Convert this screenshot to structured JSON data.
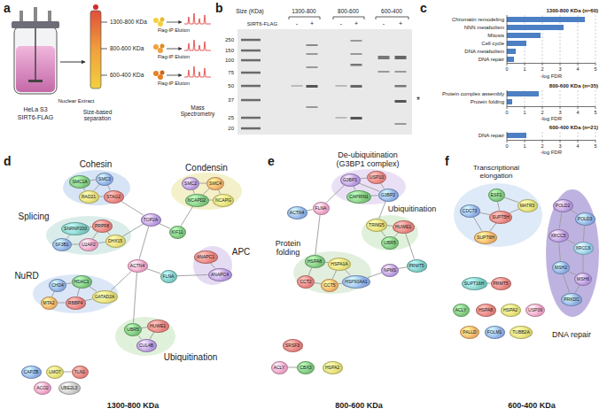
{
  "diagram": {
    "nodes": [
      {
        "text": [
          "SMC1A"
        ]
      },
      {
        "text": [
          "SMC3"
        ]
      },
      {
        "text": [
          "RAD21"
        ]
      },
      {
        "text": [
          "STAG2"
        ]
      },
      {
        "text": [
          "SMC2"
        ]
      },
      {
        "text": [
          "SMC4"
        ]
      },
      {
        "text": [
          "NCAPD2"
        ]
      },
      {
        "text": [
          "NCAPG"
        ]
      },
      {
        "text": [
          "SNRNP200"
        ]
      },
      {
        "text": [
          "PRPF8"
        ]
      },
      {
        "text": [
          "SF3B1"
        ]
      },
      {
        "text": [
          "U2AF2"
        ]
      },
      {
        "text": [
          "DHX15"
        ]
      },
      {
        "text": [
          "TOP2A"
        ]
      },
      {
        "text": [
          "KIF11"
        ]
      },
      {
        "text": [
          "ANAPC1"
        ]
      },
      {
        "text": [
          "ANAPC4"
        ]
      },
      {
        "text": [
          "CHD4"
        ]
      },
      {
        "text": [
          "HDAC1"
        ]
      },
      {
        "text": [
          "MTA2"
        ]
      },
      {
        "text": [
          "RBBP4"
        ]
      },
      {
        "text": [
          "GATAD2A"
        ]
      },
      {
        "text": [
          "ACTN4"
        ]
      },
      {
        "text": [
          "FLNA"
        ]
      },
      {
        "text": [
          "UBR5"
        ]
      },
      {
        "text": [
          "HUWE1"
        ]
      },
      {
        "text": [
          "CUL4B"
        ]
      },
      {
        "text": [
          "CAPZB"
        ]
      },
      {
        "text": [
          "LMO7"
        ]
      },
      {
        "text": [
          "TLN1"
        ]
      },
      {
        "text": [
          "ACO2"
        ]
      },
      {
        "text": [
          "UBE2L3"
        ]
      },
      {
        "text": [
          "G3BP1"
        ]
      },
      {
        "text": [
          "USP10"
        ]
      },
      {
        "text": [
          "CAPRIN1"
        ]
      },
      {
        "text": [
          "G3BP2"
        ]
      },
      {
        "text": [
          "TRIM25"
        ]
      },
      {
        "text": [
          "HUWE1"
        ]
      },
      {
        "text": [
          "UBR5"
        ]
      },
      {
        "text": [
          "ACTN4"
        ]
      },
      {
        "text": [
          "FLNA"
        ]
      },
      {
        "text": [
          "HSPA8"
        ]
      },
      {
        "text": [
          "HSPA1A"
        ]
      },
      {
        "text": [
          "CCT2"
        ]
      },
      {
        "text": [
          "CCT5"
        ]
      },
      {
        "text": [
          "HSP90AA1"
        ]
      },
      {
        "text": [
          "NPM1"
        ]
      },
      {
        "text": [
          "PRMT5"
        ]
      },
      {
        "text": [
          "SRSF3"
        ]
      },
      {
        "text": [
          "ACLY"
        ]
      },
      {
        "text": [
          "CBX3"
        ]
      },
      {
        "text": [
          "HSPA2"
        ]
      },
      {
        "text": [
          "ESF1"
        ]
      },
      {
        "text": [
          "CDC73"
        ]
      },
      {
        "text": [
          "SUPT5H"
        ]
      },
      {
        "text": [
          "MATR3"
        ]
      },
      {
        "text": [
          "SUPT6H"
        ]
      },
      {
        "text": [
          "POLD2"
        ]
      },
      {
        "text": [
          "POLD3"
        ]
      },
      {
        "text": [
          "XRCC5"
        ]
      },
      {
        "text": [
          "XRCC6"
        ]
      },
      {
        "text": [
          "MSH2"
        ]
      },
      {
        "text": [
          "MSH6"
        ]
      },
      {
        "text": [
          "PRKDC"
        ]
      },
      {
        "text": [
          "SUPT16H"
        ]
      },
      {
        "text": [
          "PRMT5"
        ]
      },
      {
        "text": [
          "ACLY"
        ]
      },
      {
        "text": [
          "HSPA8"
        ]
      },
      {
        "text": [
          "HSPA2"
        ]
      },
      {
        "text": [
          "USP39"
        ]
      },
      {
        "text": [
          "PALLD"
        ]
      },
      {
        "text": [
          "FOLM1"
        ]
      },
      {
        "text": [
          "TUBB2A"
        ]
      }
    ],
    "edges": [
      {
        "from": 0,
        "to": 1,
        "arrow": "none"
      },
      {
        "from": 0,
        "to": 2,
        "arrow": "none"
      },
      {
        "from": 1,
        "to": 3,
        "arrow": "none"
      },
      {
        "from": 2,
        "to": 3,
        "arrow": "none"
      },
      {
        "from": 1,
        "to": 2,
        "arrow": "none"
      },
      {
        "from": 4,
        "to": 5,
        "arrow": "none"
      },
      {
        "from": 4,
        "to": 6,
        "arrow": "none"
      },
      {
        "from": 5,
        "to": 7,
        "arrow": "none"
      },
      {
        "from": 6,
        "to": 7,
        "arrow": "none"
      },
      {
        "from": 5,
        "to": 6,
        "arrow": "none"
      },
      {
        "from": 8,
        "to": 9,
        "arrow": "none"
      },
      {
        "from": 8,
        "to": 10,
        "arrow": "none"
      },
      {
        "from": 9,
        "to": 11,
        "arrow": "none"
      },
      {
        "from": 10,
        "to": 11,
        "arrow": "none"
      },
      {
        "from": 9,
        "to": 12,
        "arrow": "none"
      },
      {
        "from": 11,
        "to": 12,
        "arrow": "none"
      },
      {
        "from": 13,
        "to": 14,
        "arrow": "none"
      },
      {
        "from": 13,
        "to": 3,
        "arrow": "none"
      },
      {
        "from": 14,
        "to": 6,
        "arrow": "none"
      },
      {
        "from": 13,
        "to": 12,
        "arrow": "none"
      },
      {
        "from": 15,
        "to": 16,
        "arrow": "none"
      },
      {
        "from": 17,
        "to": 18,
        "arrow": "none"
      },
      {
        "from": 17,
        "to": 19,
        "arrow": "none"
      },
      {
        "from": 18,
        "to": 20,
        "arrow": "none"
      },
      {
        "from": 19,
        "to": 20,
        "arrow": "none"
      },
      {
        "from": 18,
        "to": 21,
        "arrow": "none"
      },
      {
        "from": 20,
        "to": 21,
        "arrow": "none"
      },
      {
        "from": 22,
        "to": 23,
        "arrow": "none"
      },
      {
        "from": 22,
        "to": 21,
        "arrow": "none"
      },
      {
        "from": 23,
        "to": 16,
        "arrow": "none"
      },
      {
        "from": 22,
        "to": 13,
        "arrow": "none"
      },
      {
        "from": 24,
        "to": 25,
        "arrow": "none"
      },
      {
        "from": 24,
        "to": 26,
        "arrow": "none"
      },
      {
        "from": 25,
        "to": 26,
        "arrow": "none"
      },
      {
        "from": 22,
        "to": 24,
        "arrow": "none"
      },
      {
        "from": 28,
        "to": 29,
        "arrow": "none"
      },
      {
        "from": 32,
        "to": 33,
        "arrow": "none"
      },
      {
        "from": 32,
        "to": 34,
        "arrow": "none"
      },
      {
        "from": 33,
        "to": 35,
        "arrow": "none"
      },
      {
        "from": 34,
        "to": 35,
        "arrow": "none"
      },
      {
        "from": 32,
        "to": 35,
        "arrow": "none"
      },
      {
        "from": 36,
        "to": 37,
        "arrow": "none"
      },
      {
        "from": 36,
        "to": 38,
        "arrow": "none"
      },
      {
        "from": 37,
        "to": 38,
        "arrow": "none"
      },
      {
        "from": 35,
        "to": 36,
        "arrow": "none"
      },
      {
        "from": 39,
        "to": 40,
        "arrow": "none"
      },
      {
        "from": 40,
        "to": 32,
        "arrow": "none"
      },
      {
        "from": 40,
        "to": 41,
        "arrow": "none"
      },
      {
        "from": 41,
        "to": 42,
        "arrow": "none"
      },
      {
        "from": 41,
        "to": 43,
        "arrow": "none"
      },
      {
        "from": 42,
        "to": 44,
        "arrow": "none"
      },
      {
        "from": 43,
        "to": 44,
        "arrow": "none"
      },
      {
        "from": 42,
        "to": 45,
        "arrow": "none"
      },
      {
        "from": 44,
        "to": 45,
        "arrow": "none"
      },
      {
        "from": 45,
        "to": 46,
        "arrow": "none"
      },
      {
        "from": 46,
        "to": 47,
        "arrow": "none"
      },
      {
        "from": 47,
        "to": 37,
        "arrow": "none"
      },
      {
        "from": 49,
        "to": 50,
        "arrow": "none"
      },
      {
        "from": 52,
        "to": 54,
        "arrow": "none"
      },
      {
        "from": 53,
        "to": 54,
        "arrow": "none"
      },
      {
        "from": 54,
        "to": 55,
        "arrow": "none"
      },
      {
        "from": 54,
        "to": 56,
        "arrow": "none"
      },
      {
        "from": 53,
        "to": 56,
        "arrow": "none"
      },
      {
        "from": 52,
        "to": 55,
        "arrow": "none"
      },
      {
        "from": 57,
        "to": 58,
        "arrow": "none"
      },
      {
        "from": 57,
        "to": 59,
        "arrow": "none"
      },
      {
        "from": 59,
        "to": 60,
        "arrow": "none"
      },
      {
        "from": 58,
        "to": 60,
        "arrow": "none"
      },
      {
        "from": 59,
        "to": 61,
        "arrow": "none"
      },
      {
        "from": 60,
        "to": 62,
        "arrow": "none"
      },
      {
        "from": 61,
        "to": 62,
        "arrow": "none"
      },
      {
        "from": 61,
        "to": 63,
        "arrow": "none"
      },
      {
        "from": 62,
        "to": 63,
        "arrow": "none"
      },
      {
        "from": 64,
        "to": 65,
        "arrow": "none"
      }
    ],
    "labels": [
      "a",
      "HeLa S3",
      "SIRT6-FLAG",
      "Nuclear Extract",
      "Size-based separation",
      "1300-800 KDa",
      "800-600 KDa",
      "600-400 KDa",
      "Flag-IP Elution",
      "Flag-IP Elution",
      "Flag-IP Elution",
      "Mass Spectrometry",
      "b",
      "Size (KDa)",
      "1300-800",
      "800-600",
      "600-400",
      "SIRT6-FLAG",
      "-",
      "+",
      "-",
      "+",
      "-",
      "+",
      "250",
      "150",
      "100",
      "75",
      "50",
      "37",
      "25",
      "20",
      "*",
      "c",
      "1300-800 KDa (n=60)",
      "Chromatin remodeling",
      "NNN metabolism",
      "Mitosis",
      "Cell cycle",
      "DNA metabolism",
      "DNA repair",
      "0",
      "1",
      "2",
      "3",
      "4",
      "5",
      "-log FDR",
      "800-600 KDa (n=35)",
      "Protein complex assembly",
      "Protein folding",
      "0",
      "1",
      "2",
      "3",
      "4",
      "5",
      "-log FDR",
      "600-400 KDa (n=21)",
      "DNA repair",
      "0",
      "1",
      "2",
      "3",
      "4",
      "5",
      "-log FDR",
      "d",
      "Cohesin",
      "Condensin",
      "Splicing",
      "APC",
      "NuRD",
      "Ubiquitination",
      "1300-800 KDa",
      "e",
      "De-ubiquitination (G3BP1 complex)",
      "Ubiquitination",
      "Protein folding",
      "800-600 KDa",
      "f",
      "Transcriptional elongation",
      "DNA repair",
      "600-400 KDa"
    ]
  }
}
